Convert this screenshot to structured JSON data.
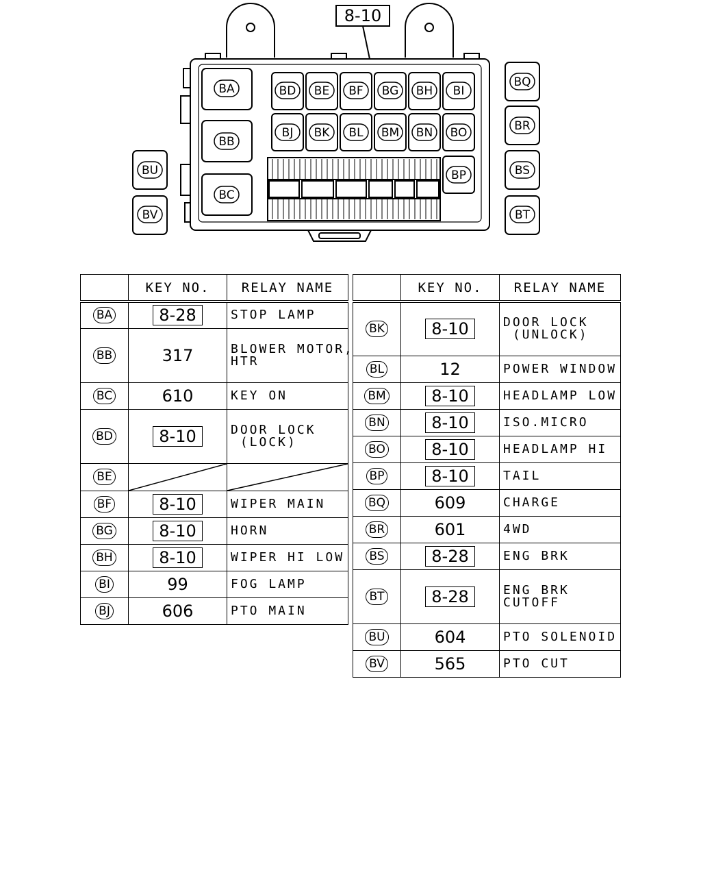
{
  "callout_key": "8-10",
  "diagram_labels": {
    "row1": [
      "BD",
      "BE",
      "BF",
      "BG",
      "BH",
      "BI"
    ],
    "row2": [
      "BJ",
      "BK",
      "BL",
      "BM",
      "BN",
      "BO"
    ],
    "left_big": [
      "BA",
      "BB",
      "BC"
    ],
    "bp": "BP",
    "right": [
      "BQ",
      "BR",
      "BS",
      "BT"
    ],
    "outer_left": [
      "BU",
      "BV"
    ]
  },
  "table_headers": {
    "key_no": "KEY NO.",
    "relay_name": "RELAY NAME"
  },
  "left_table": [
    {
      "id": "BA",
      "key": "8-28",
      "boxed": true,
      "name": "STOP LAMP"
    },
    {
      "id": "BB",
      "key": "317",
      "boxed": false,
      "name": "BLOWER MOTOR,\nHTR"
    },
    {
      "id": "BC",
      "key": "610",
      "boxed": false,
      "name": "KEY ON"
    },
    {
      "id": "BD",
      "key": "8-10",
      "boxed": true,
      "name": "DOOR LOCK\n (LOCK)"
    },
    {
      "id": "BE",
      "key": "",
      "boxed": false,
      "name": "",
      "empty": true
    },
    {
      "id": "BF",
      "key": "8-10",
      "boxed": true,
      "name": "WIPER MAIN"
    },
    {
      "id": "BG",
      "key": "8-10",
      "boxed": true,
      "name": "HORN"
    },
    {
      "id": "BH",
      "key": "8-10",
      "boxed": true,
      "name": "WIPER HI LOW"
    },
    {
      "id": "BI",
      "key": "99",
      "boxed": false,
      "name": "FOG LAMP"
    },
    {
      "id": "BJ",
      "key": "606",
      "boxed": false,
      "name": "PTO MAIN"
    }
  ],
  "right_table": [
    {
      "id": "BK",
      "key": "8-10",
      "boxed": true,
      "name": "DOOR LOCK\n (UNLOCK)"
    },
    {
      "id": "BL",
      "key": "12",
      "boxed": false,
      "name": "POWER WINDOW"
    },
    {
      "id": "BM",
      "key": "8-10",
      "boxed": true,
      "name": "HEADLAMP LOW"
    },
    {
      "id": "BN",
      "key": "8-10",
      "boxed": true,
      "name": "ISO.MICRO"
    },
    {
      "id": "BO",
      "key": "8-10",
      "boxed": true,
      "name": "HEADLAMP HI"
    },
    {
      "id": "BP",
      "key": "8-10",
      "boxed": true,
      "name": "TAIL"
    },
    {
      "id": "BQ",
      "key": "609",
      "boxed": false,
      "name": "CHARGE"
    },
    {
      "id": "BR",
      "key": "601",
      "boxed": false,
      "name": "4WD"
    },
    {
      "id": "BS",
      "key": "8-28",
      "boxed": true,
      "name": "ENG BRK"
    },
    {
      "id": "BT",
      "key": "8-28",
      "boxed": true,
      "name": "ENG BRK\nCUTOFF"
    },
    {
      "id": "BU",
      "key": "604",
      "boxed": false,
      "name": "PTO SOLENOID"
    },
    {
      "id": "BV",
      "key": "565",
      "boxed": false,
      "name": "PTO CUT"
    }
  ]
}
